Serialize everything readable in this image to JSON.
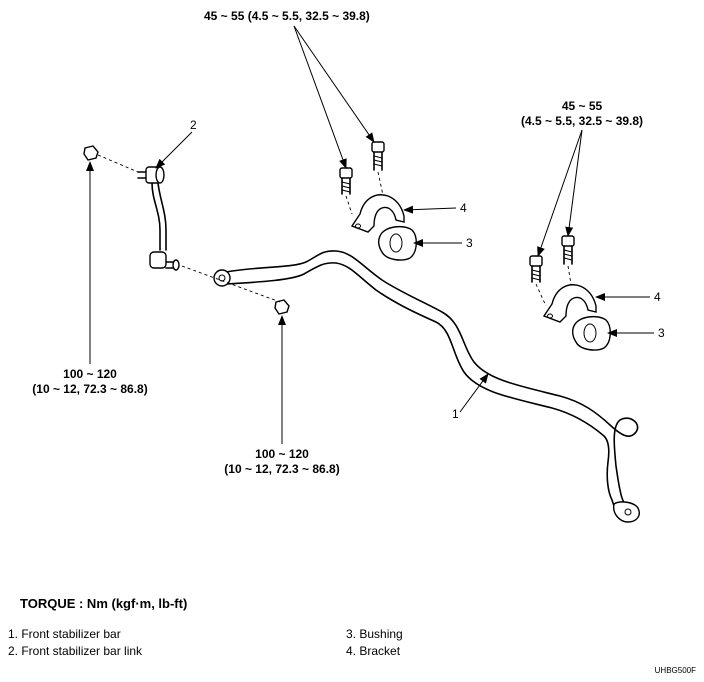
{
  "torque_labels": {
    "bracket_top": "45 ~ 55 (4.5 ~ 5.5, 32.5 ~ 39.8)",
    "bracket_right_line1": "45 ~ 55",
    "bracket_right_line2": "(4.5 ~ 5.5, 32.5 ~ 39.8)",
    "link_left_line1": "100 ~ 120",
    "link_left_line2": "(10 ~ 12, 72.3 ~ 86.8)",
    "link_mid_line1": "100 ~ 120",
    "link_mid_line2": "(10 ~ 12, 72.3 ~ 86.8)"
  },
  "callouts": {
    "bar": "1",
    "link": "2",
    "bushing_a": "3",
    "bushing_b": "3",
    "bracket_a": "4",
    "bracket_b": "4"
  },
  "torque_heading": "TORQUE : Nm (kgf·m, lb-ft)",
  "legend": {
    "left": [
      "1.  Front stabilizer bar",
      "2.  Front stabilizer bar link"
    ],
    "right": [
      "3.  Bushing",
      "4.  Bracket"
    ]
  },
  "figure_code": "UHBG500F"
}
